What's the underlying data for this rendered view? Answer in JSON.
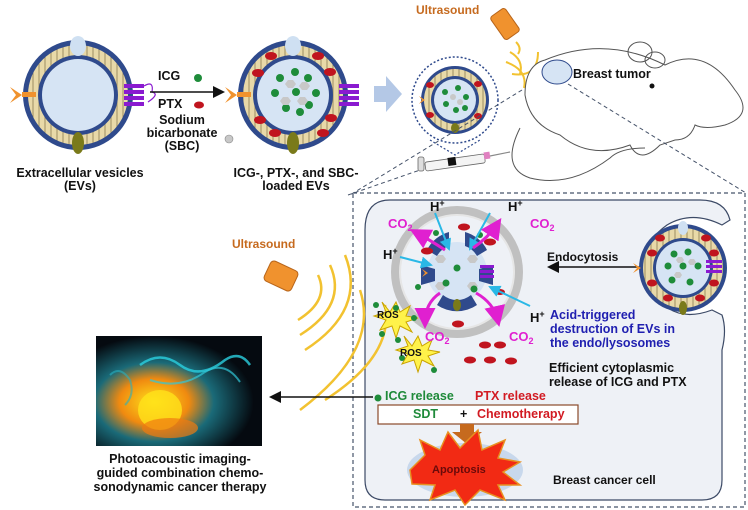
{
  "title": "Photoacoustic imaging-guided EV-based chemo-sonodynamic therapy scheme",
  "colors": {
    "membrane_blue": "#2f4a8c",
    "lipid_tail": "#e8d9a8",
    "lumen": "#d6e4f4",
    "icg_green": "#1e8c3a",
    "ptx_red": "#c0141e",
    "sbc_gray": "#c8c8c8",
    "ultrasound_orange": "#f0922e",
    "wave_yellow": "#f2c230",
    "co2_magenta": "#e020d0",
    "h_arrow_cyan": "#2ab8e6",
    "cell_fill": "#eef1f6",
    "text_blue": "#1f1fb0",
    "text_green": "#1f8a3a",
    "text_red": "#d21a22",
    "text_orange": "#c66a1e",
    "apoptosis_red": "#f22a14"
  },
  "top": {
    "ev_label_line1": "Extracellular vesicles",
    "ev_label_line2": "(EVs)",
    "loading": {
      "icg": "ICG",
      "ptx": "PTX",
      "sbc_line1": "Sodium",
      "sbc_line2": "bicarbonate",
      "sbc_line3": "(SBC)"
    },
    "loaded_label_line1": "ICG-, PTX-, and SBC-",
    "loaded_label_line2": "loaded EVs",
    "ultrasound": "Ultrasound",
    "tumor": "Breast tumor"
  },
  "cell": {
    "ultrasound": "Ultrasound",
    "h_plus": "H",
    "plus": "+",
    "co2_base": "CO",
    "co2_sub": "2",
    "endocytosis": "Endocytosis",
    "acid_line1": "Acid-triggered",
    "acid_line2": "destruction of EVs in",
    "acid_line3": "the endo/lysosomes",
    "efficient_line1": "Efficient cytoplasmic",
    "efficient_line2": "release of ICG and PTX",
    "ros": "ROS",
    "icg_release": "ICG release",
    "ptx_release": "PTX release",
    "sdt": "SDT",
    "plus_sign": "+",
    "chemo": "Chemotherapy",
    "apoptosis": "Apoptosis",
    "cell_label": "Breast cancer cell"
  },
  "imaging": {
    "line1": "Photoacoustic imaging-",
    "line2": "guided combination chemo-",
    "line3": "sonodynamic cancer therapy"
  }
}
